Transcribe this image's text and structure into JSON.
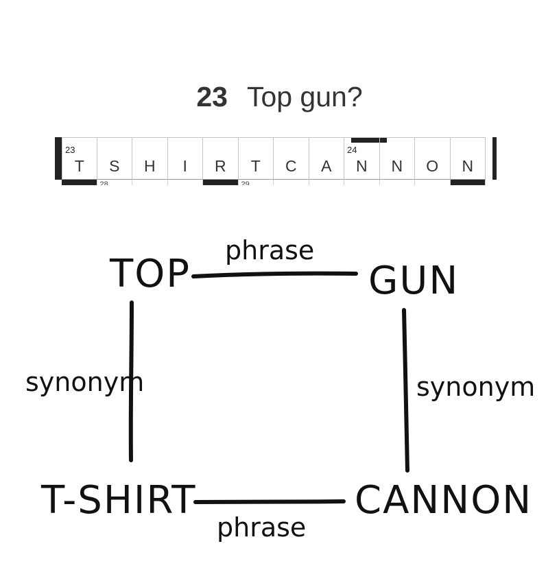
{
  "clue": {
    "number": "23",
    "text": "Top gun?"
  },
  "grid": {
    "cells": [
      {
        "num": "23",
        "letter": "T"
      },
      {
        "num": "",
        "letter": "S"
      },
      {
        "num": "",
        "letter": "H"
      },
      {
        "num": "",
        "letter": "I"
      },
      {
        "num": "",
        "letter": "R"
      },
      {
        "num": "",
        "letter": "T"
      },
      {
        "num": "",
        "letter": "C"
      },
      {
        "num": "",
        "letter": "A"
      },
      {
        "num": "24",
        "letter": "N"
      },
      {
        "num": "",
        "letter": "N"
      },
      {
        "num": "",
        "letter": "O"
      },
      {
        "num": "",
        "letter": "N"
      }
    ],
    "below_numbers": [
      "28",
      "29"
    ]
  },
  "diagram": {
    "nodes": {
      "top_left": "TOP",
      "top_right": "GUN",
      "bottom_left": "T-SHIRT",
      "bottom_right": "CANNON"
    },
    "edges": {
      "top": "phrase",
      "bottom": "phrase",
      "left": "synonym",
      "right": "synonym"
    },
    "ink_color": "#111111"
  }
}
